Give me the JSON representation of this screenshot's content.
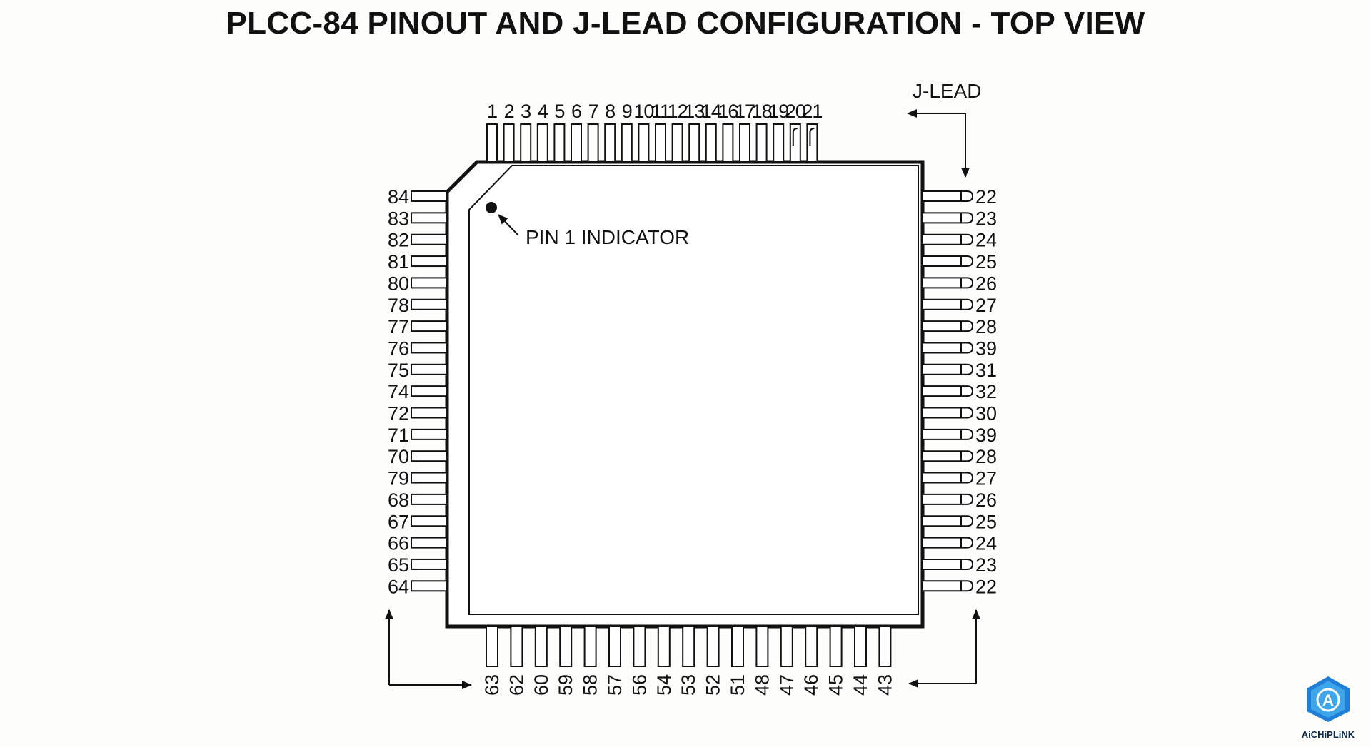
{
  "title": "PLCC-84 PINOUT AND J-LEAD CONFIGURATION - TOP VIEW",
  "labels": {
    "j_lead": "J-LEAD",
    "pin1_indicator": "PIN 1 INDICATOR"
  },
  "pins": {
    "top": [
      "1",
      "2",
      "3",
      "4",
      "5",
      "6",
      "7",
      "8",
      "9",
      "10",
      "11",
      "12",
      "13",
      "14",
      "16",
      "17",
      "18",
      "19",
      "20",
      "21"
    ],
    "left": [
      "84",
      "83",
      "82",
      "81",
      "80",
      "78",
      "77",
      "76",
      "75",
      "74",
      "72",
      "71",
      "70",
      "79",
      "68",
      "67",
      "66",
      "65",
      "64"
    ],
    "right": [
      "22",
      "23",
      "24",
      "25",
      "26",
      "27",
      "28",
      "39",
      "31",
      "32",
      "30",
      "39",
      "28",
      "27",
      "26",
      "25",
      "24",
      "23",
      "22"
    ],
    "bottom": [
      "63",
      "62",
      "60",
      "59",
      "58",
      "57",
      "56",
      "54",
      "53",
      "52",
      "51",
      "48",
      "47",
      "46",
      "45",
      "44",
      "43"
    ]
  },
  "logo": {
    "name": "AiCHiPLiNK",
    "glyph": "A"
  },
  "colors": {
    "ink": "#111111",
    "background": "#fdfdfc",
    "logo_primary": "#1f7fd8",
    "logo_secondary": "#56c5f5"
  }
}
